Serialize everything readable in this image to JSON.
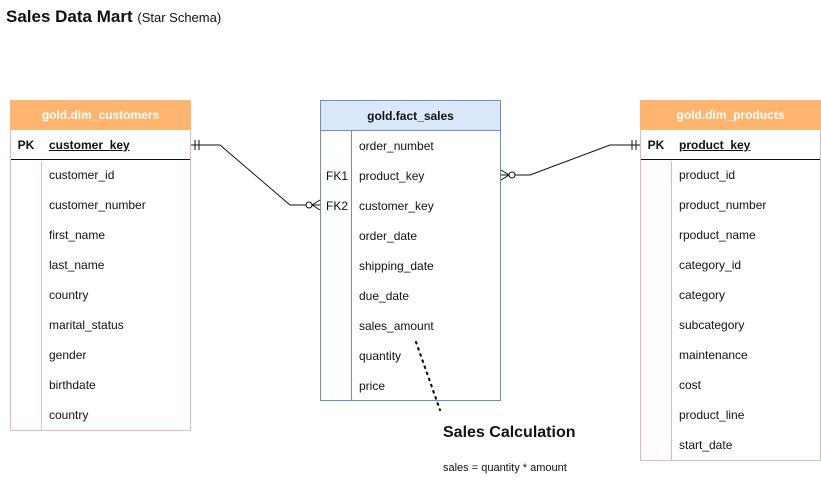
{
  "title": {
    "main": "Sales Data Mart",
    "sub": "(Star Schema)"
  },
  "customers": {
    "name": "gold.dim_customers",
    "pk_label": "PK",
    "pk_column": "customer_key",
    "columns": [
      "customer_id",
      "customer_number",
      "first_name",
      "last_name",
      "country",
      "marital_status",
      "gender",
      "birthdate",
      "country"
    ]
  },
  "fact": {
    "name": "gold.fact_sales",
    "rows": [
      {
        "key": "",
        "column": "order_numbet"
      },
      {
        "key": "FK1",
        "column": "product_key"
      },
      {
        "key": "FK2",
        "column": "customer_key"
      },
      {
        "key": "",
        "column": "order_date"
      },
      {
        "key": "",
        "column": "shipping_date"
      },
      {
        "key": "",
        "column": "due_date"
      },
      {
        "key": "",
        "column": "sales_amount"
      },
      {
        "key": "",
        "column": "quantity"
      },
      {
        "key": "",
        "column": "price"
      }
    ]
  },
  "products": {
    "name": "gold.dim_products",
    "pk_label": "PK",
    "pk_column": "product_key",
    "columns": [
      "product_id",
      "product_number",
      "rpoduct_name",
      "category_id",
      "category",
      "subcategory",
      "maintenance",
      "cost",
      "product_line",
      "start_date"
    ]
  },
  "note": {
    "title": "Sales Calculation",
    "text": "sales = quantity * amount"
  },
  "colors": {
    "dim_header": "#ffb570",
    "dim_border": "#e8b7bd",
    "fact_header": "#dae8fc",
    "fact_border": "#6c8ebf"
  }
}
